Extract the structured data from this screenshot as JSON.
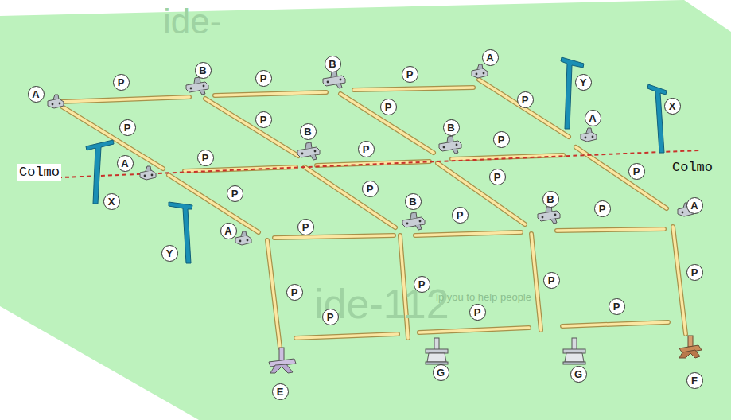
{
  "diagram": {
    "nodes": [
      {
        "text": [
          "A"
        ]
      },
      {
        "text": [
          "P"
        ]
      },
      {
        "text": [
          "B"
        ]
      },
      {
        "text": [
          "P"
        ]
      },
      {
        "text": [
          "B"
        ]
      },
      {
        "text": [
          "P"
        ]
      },
      {
        "text": [
          "A"
        ]
      },
      {
        "text": [
          "Y"
        ]
      },
      {
        "text": [
          "X"
        ]
      },
      {
        "text": [
          "P"
        ]
      },
      {
        "text": [
          "P"
        ]
      },
      {
        "text": [
          "B"
        ]
      },
      {
        "text": [
          "P"
        ]
      },
      {
        "text": [
          "B"
        ]
      },
      {
        "text": [
          "P"
        ]
      },
      {
        "text": [
          "A"
        ]
      },
      {
        "text": [
          "A"
        ]
      },
      {
        "text": [
          "P"
        ]
      },
      {
        "text": [
          "P"
        ]
      },
      {
        "text": [
          "P"
        ]
      },
      {
        "text": [
          "P"
        ]
      },
      {
        "text": [
          "X"
        ]
      },
      {
        "text": [
          "P"
        ]
      },
      {
        "text": [
          "P"
        ]
      },
      {
        "text": [
          "P"
        ]
      },
      {
        "text": [
          "B"
        ]
      },
      {
        "text": [
          "P"
        ]
      },
      {
        "text": [
          "B"
        ]
      },
      {
        "text": [
          "P"
        ]
      },
      {
        "text": [
          "A"
        ]
      },
      {
        "text": [
          "A"
        ]
      },
      {
        "text": [
          "P"
        ]
      },
      {
        "text": [
          "Y"
        ]
      },
      {
        "text": [
          "P"
        ]
      },
      {
        "text": [
          "P"
        ]
      },
      {
        "text": [
          "P"
        ]
      },
      {
        "text": [
          "P"
        ]
      },
      {
        "text": [
          "P"
        ]
      },
      {
        "text": [
          "P"
        ]
      },
      {
        "text": [
          "P"
        ]
      },
      {
        "text": [
          "E"
        ]
      },
      {
        "text": [
          "G"
        ]
      },
      {
        "text": [
          "G"
        ]
      },
      {
        "text": [
          "F"
        ]
      }
    ],
    "labels": [
      "Colmo",
      "Colmo",
      "ide-",
      "ide-112",
      "lp you to help people"
    ]
  }
}
